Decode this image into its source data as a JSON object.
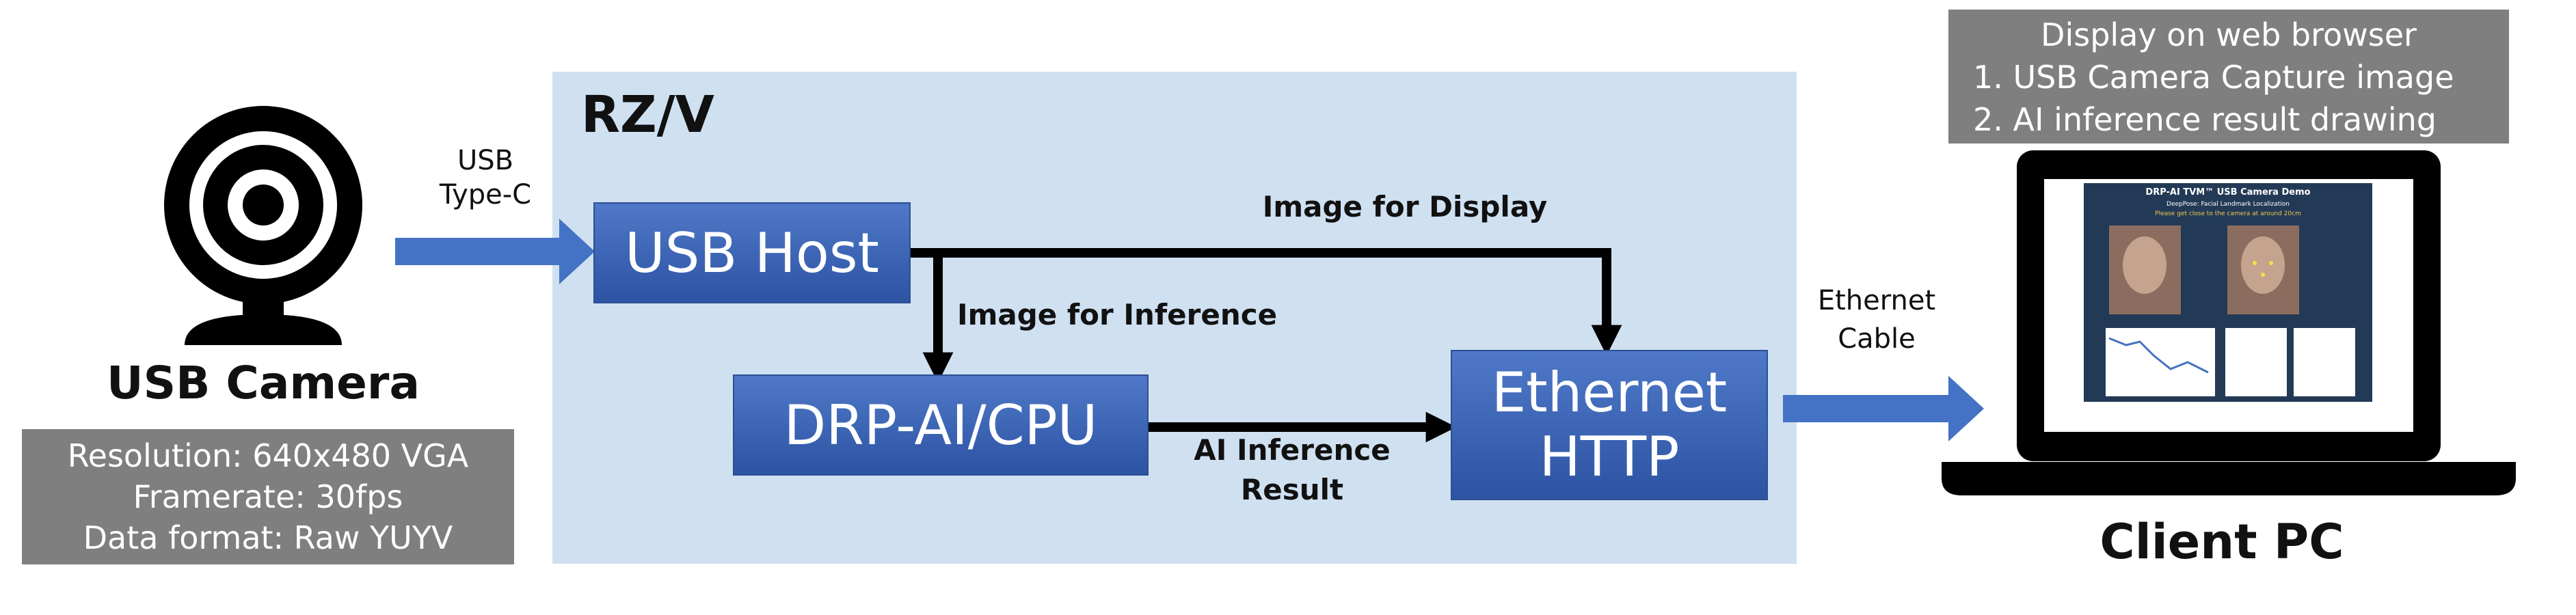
{
  "system": {
    "title": "RZ/V"
  },
  "camera": {
    "title": "USB Camera",
    "specs": [
      "Resolution: 640x480 VGA",
      "Framerate: 30fps",
      "Data format: Raw YUYV"
    ],
    "icon": "webcam-icon"
  },
  "links": {
    "usb": [
      "USB",
      "Type-C"
    ],
    "ethernet": [
      "Ethernet",
      "Cable"
    ]
  },
  "blocks": {
    "usb_host": "USB Host",
    "drp": "DRP-AI/CPU",
    "ethernet_http": [
      "Ethernet",
      "HTTP"
    ]
  },
  "flows": {
    "image_display": "Image for Display",
    "image_inference": "Image for Inference",
    "ai_result": [
      "AI Inference",
      "Result"
    ]
  },
  "client": {
    "title": "Client PC",
    "display_box": [
      "Display on web browser",
      "1.  USB Camera Capture image",
      "2.  AI inference result drawing"
    ],
    "screen": {
      "title": "DRP-AI TVM™ USB Camera Demo",
      "subtitle": "DeepPose: Facial Landmark Localization",
      "warning": "Please get close to the camera at around 20cm"
    },
    "icon": "laptop-icon"
  },
  "colors": {
    "panel": "#cfe0f1",
    "block": "#3a63b4",
    "arrow": "#4472c4",
    "gray": "#7f7f7f"
  }
}
